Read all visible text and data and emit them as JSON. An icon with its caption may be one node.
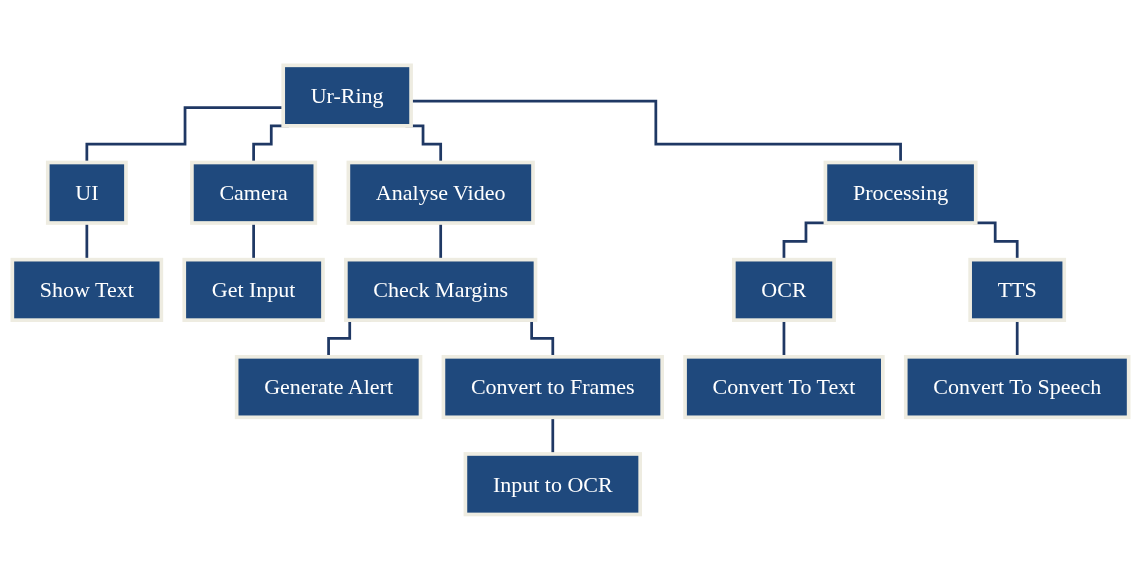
{
  "diagram": {
    "nodes": [
      {
        "text": [
          "Ur-Ring"
        ]
      },
      {
        "text": [
          "UI"
        ]
      },
      {
        "text": [
          "Camera"
        ]
      },
      {
        "text": [
          "Analyse Video"
        ]
      },
      {
        "text": [
          "Processing"
        ]
      },
      {
        "text": [
          "Show Text"
        ]
      },
      {
        "text": [
          "Get Input"
        ]
      },
      {
        "text": [
          "Check Margins"
        ]
      },
      {
        "text": [
          "OCR"
        ]
      },
      {
        "text": [
          "TTS"
        ]
      },
      {
        "text": [
          "Generate Alert"
        ]
      },
      {
        "text": [
          "Convert to Frames"
        ]
      },
      {
        "text": [
          "Convert To Text"
        ]
      },
      {
        "text": [
          "Convert To Speech"
        ]
      },
      {
        "text": [
          "Input to OCR"
        ]
      }
    ],
    "edges": [
      {
        "from": 0,
        "to": 1,
        "arrow": "none"
      },
      {
        "from": 0,
        "to": 2,
        "arrow": "none"
      },
      {
        "from": 0,
        "to": 3,
        "arrow": "none"
      },
      {
        "from": 0,
        "to": 4,
        "arrow": "none"
      },
      {
        "from": 1,
        "to": 5,
        "arrow": "none"
      },
      {
        "from": 2,
        "to": 6,
        "arrow": "none"
      },
      {
        "from": 3,
        "to": 7,
        "arrow": "none"
      },
      {
        "from": 4,
        "to": 8,
        "arrow": "none"
      },
      {
        "from": 4,
        "to": 9,
        "arrow": "none"
      },
      {
        "from": 7,
        "to": 10,
        "arrow": "none"
      },
      {
        "from": 7,
        "to": 11,
        "arrow": "none"
      },
      {
        "from": 8,
        "to": 12,
        "arrow": "none"
      },
      {
        "from": 9,
        "to": 13,
        "arrow": "none"
      },
      {
        "from": 11,
        "to": 14,
        "arrow": "none"
      }
    ]
  }
}
